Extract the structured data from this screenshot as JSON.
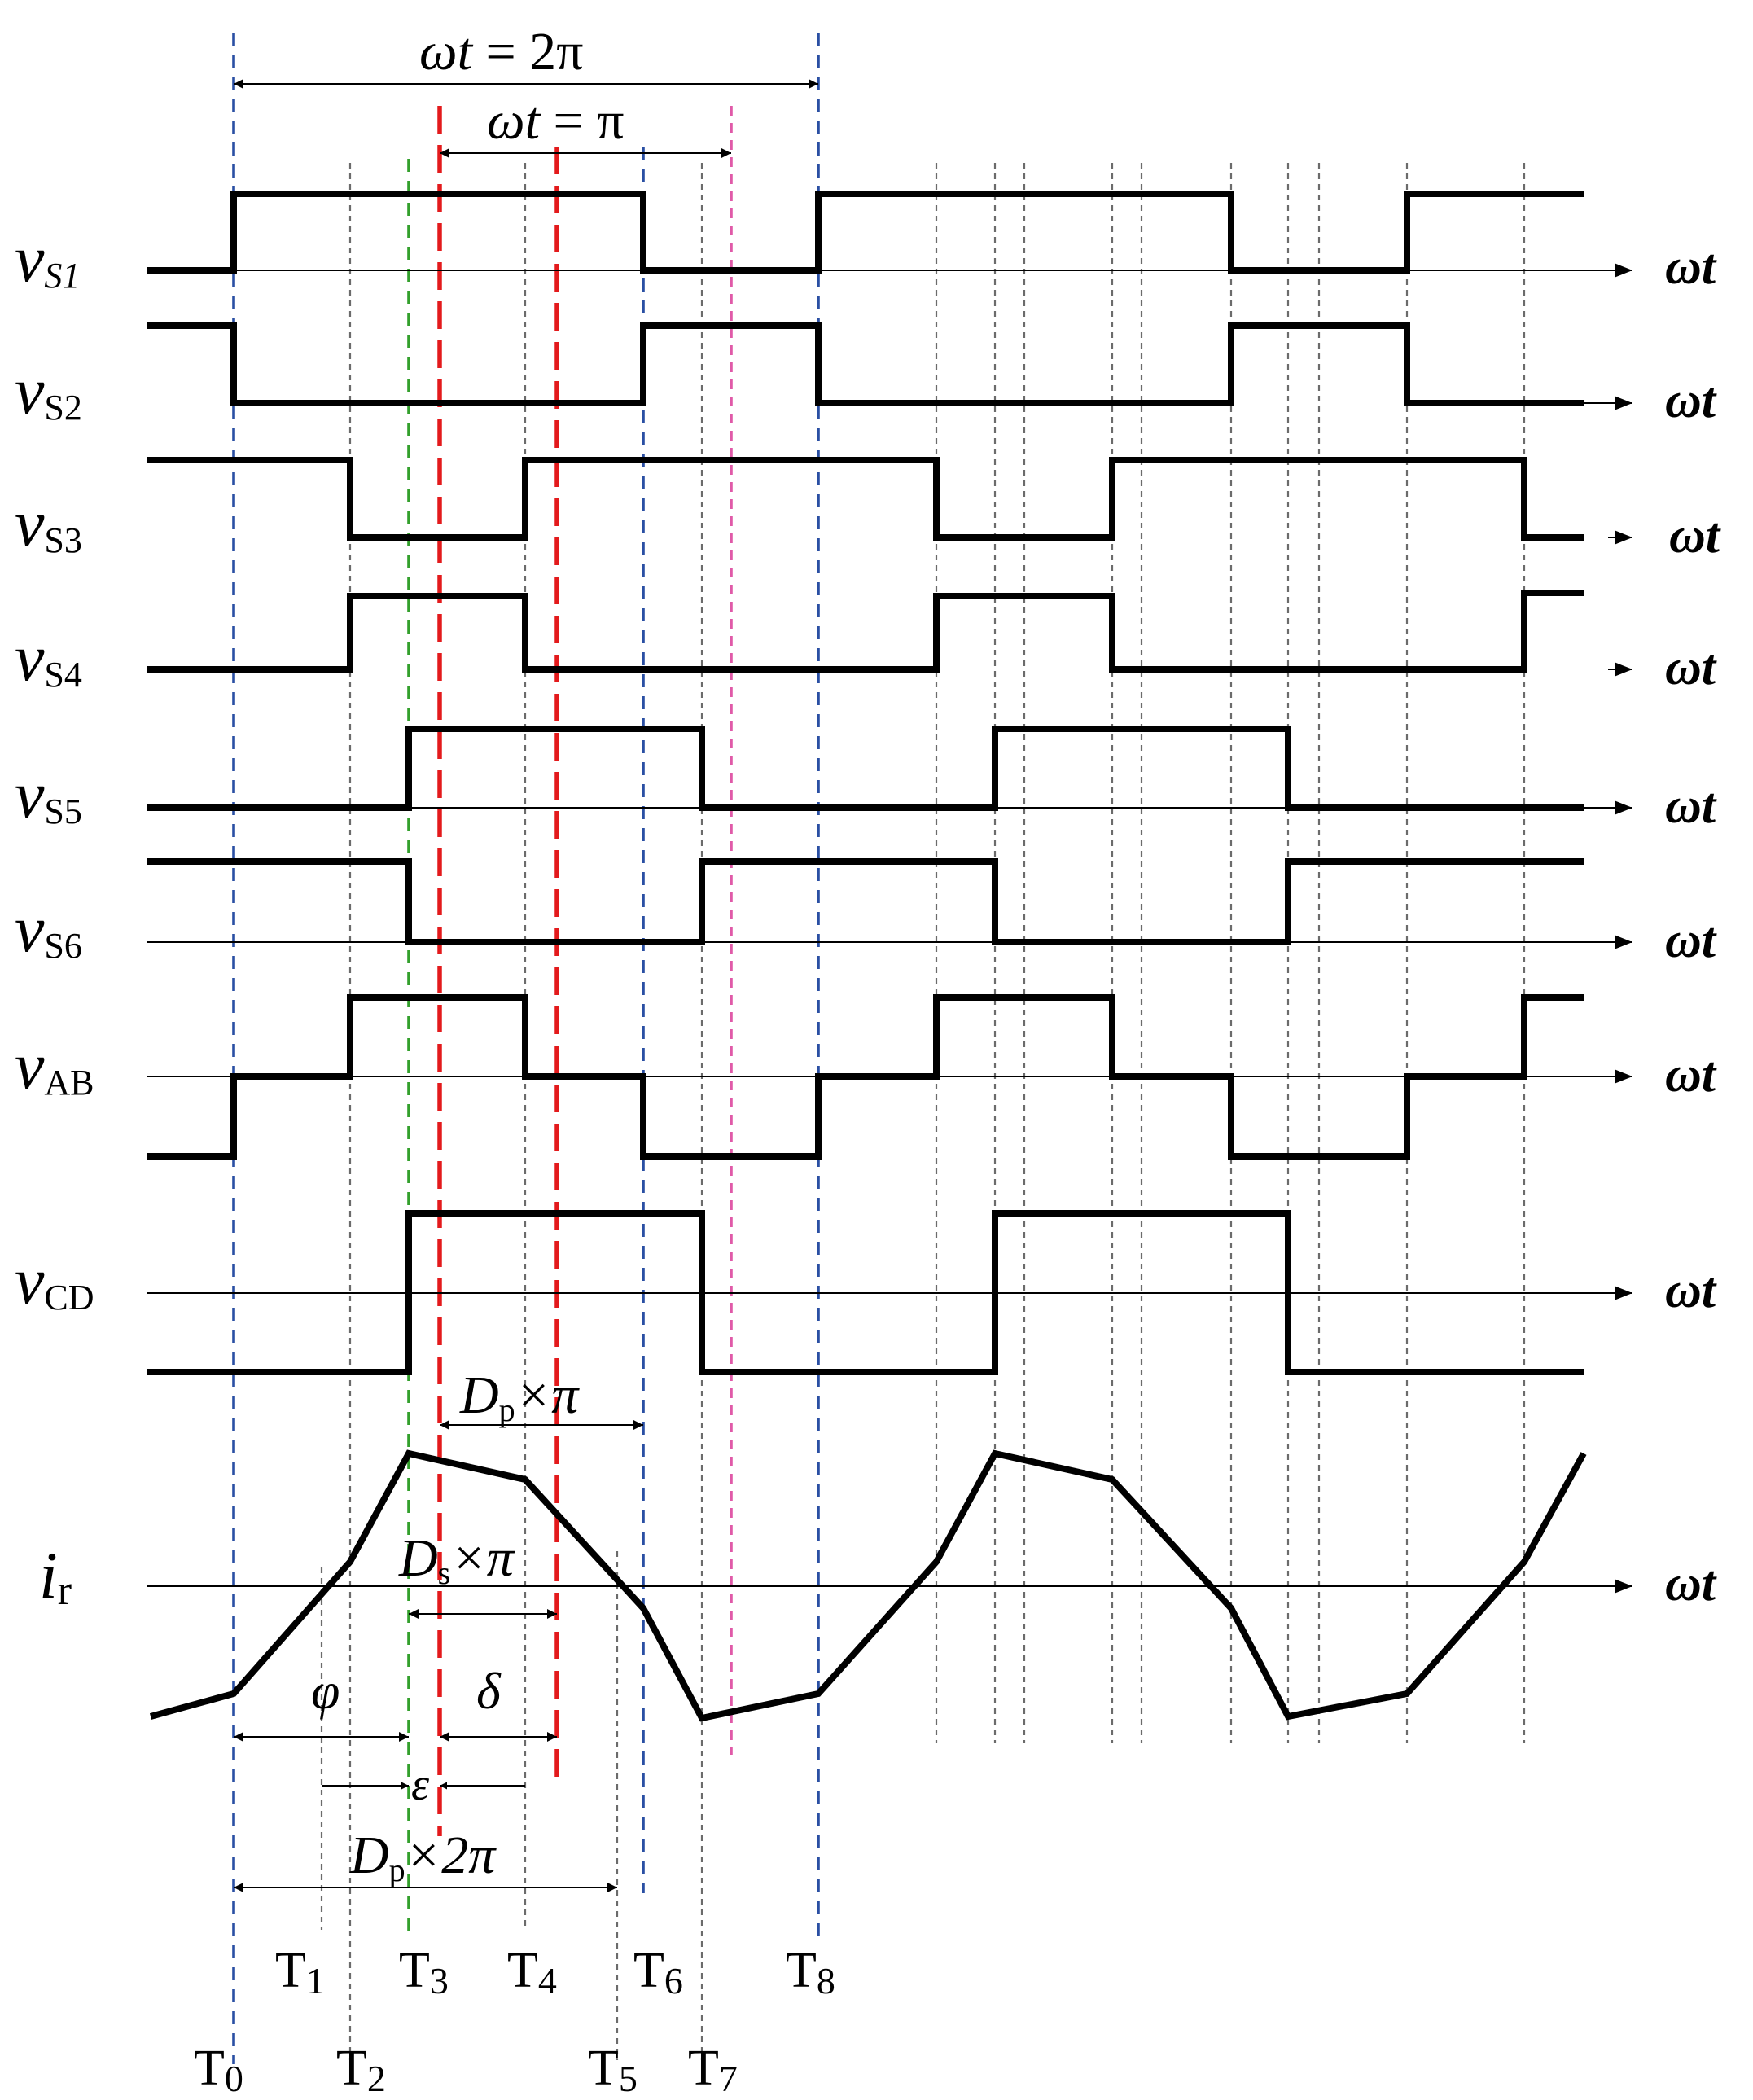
{
  "signals": [
    {
      "id": "vs1",
      "sym": "v",
      "sub": "S1",
      "axis": "ωt"
    },
    {
      "id": "vs2",
      "sym": "v",
      "sub": "S2",
      "axis": "ωt"
    },
    {
      "id": "vs3",
      "sym": "v",
      "sub": "S3",
      "axis": "ωt"
    },
    {
      "id": "vs4",
      "sym": "v",
      "sub": "S4",
      "axis": "ωt"
    },
    {
      "id": "vs5",
      "sym": "v",
      "sub": "S5",
      "axis": "ωt"
    },
    {
      "id": "vs6",
      "sym": "v",
      "sub": "S6",
      "axis": "ωt"
    },
    {
      "id": "vab",
      "sym": "v",
      "sub": "AB",
      "axis": "ωt"
    },
    {
      "id": "vcd",
      "sym": "v",
      "sub": "CD",
      "axis": "ωt"
    },
    {
      "id": "ir",
      "sym": "i",
      "sub": "r",
      "axis": "ωt"
    }
  ],
  "annotations": {
    "two_pi": {
      "a": "ωt",
      "b": " = 2π"
    },
    "pi": {
      "a": "ωt",
      "b": " = π"
    },
    "dp_pi": {
      "a": "D",
      "sub": "p",
      "b": "×π"
    },
    "ds_pi": {
      "a": "D",
      "sub": "s",
      "b": "×π"
    },
    "dp_2pi": {
      "a": "D",
      "sub": "p",
      "b": "×2π"
    },
    "phi": "φ",
    "delta": "δ",
    "epsilon": "ε"
  },
  "time_marks": [
    {
      "main": "T",
      "sub": "0"
    },
    {
      "main": "T",
      "sub": "1"
    },
    {
      "main": "T",
      "sub": "2"
    },
    {
      "main": "T",
      "sub": "3"
    },
    {
      "main": "T",
      "sub": "4"
    },
    {
      "main": "T",
      "sub": "5"
    },
    {
      "main": "T",
      "sub": "6"
    },
    {
      "main": "T",
      "sub": "7"
    },
    {
      "main": "T",
      "sub": "8"
    }
  ]
}
